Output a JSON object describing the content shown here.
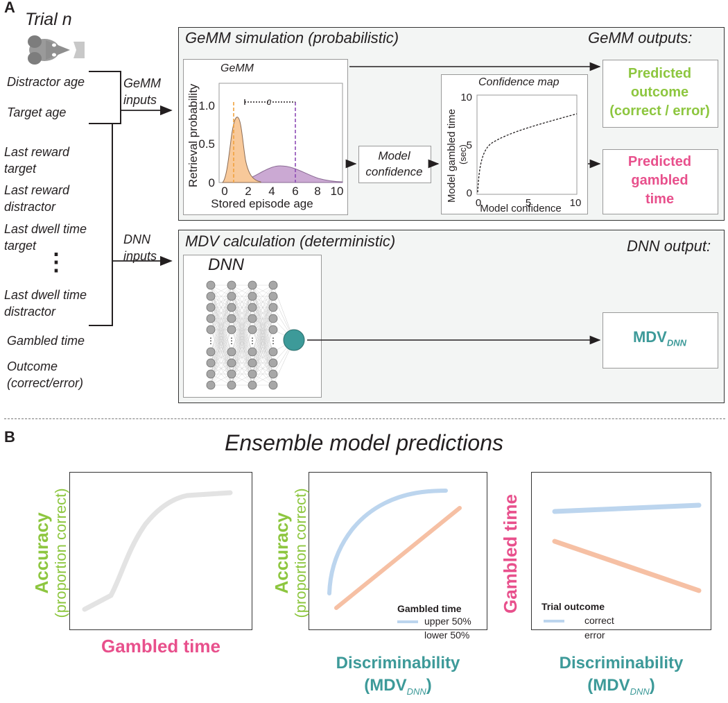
{
  "panel_a": {
    "letter": "A",
    "trial": "Trial n",
    "inputs": {
      "distractor_age": "Distractor age",
      "target_age": "Target age",
      "last_reward_target_1": "Last reward",
      "last_reward_target_2": "target",
      "last_reward_distractor_1": "Last reward",
      "last_reward_distractor_2": "distractor",
      "last_dwell_target_1": "Last dwell time",
      "last_dwell_target_2": "target",
      "ellipsis": "⋮",
      "last_dwell_distractor_1": "Last dwell time",
      "last_dwell_distractor_2": "distractor",
      "gambled_time": "Gambled time",
      "outcome_1": "Outcome",
      "outcome_2": "(correct/error)"
    },
    "gemm_inputs_1": "GeMM",
    "gemm_inputs_2": "inputs",
    "dnn_inputs_1": "DNN",
    "dnn_inputs_2": "inputs",
    "gemm_section": {
      "title": "GeMM simulation (probabilistic)",
      "outputs_title": "GeMM outputs:",
      "gemm_plot": {
        "title": "GeMM",
        "ylabel": "Retrieval probability",
        "xlabel": "Stored episode age",
        "c_label": "c",
        "yticks": [
          "0",
          "0.5",
          "1.0"
        ],
        "xticks": [
          "0",
          "2",
          "4",
          "6",
          "8",
          "10"
        ]
      },
      "model_confidence_1": "Model",
      "model_confidence_2": "confidence",
      "confidence_map": {
        "title": "Confidence map",
        "ylabel_1": "Model gambled time",
        "ylabel_2": "(sec)",
        "xlabel": "Model confidence",
        "yticks": [
          "0",
          "5",
          "10"
        ],
        "xticks": [
          "0",
          "5",
          "10"
        ]
      },
      "predicted_outcome_1": "Predicted",
      "predicted_outcome_2": "outcome",
      "predicted_outcome_3": "(correct / error)",
      "predicted_time_1": "Predicted",
      "predicted_time_2": "gambled",
      "predicted_time_3": "time"
    },
    "mdv_section": {
      "title": "MDV calculation (deterministic)",
      "output_title": "DNN output:",
      "dnn_label": "DNN",
      "mdv_main": "MDV",
      "mdv_sub": "DNN"
    }
  },
  "panel_b": {
    "letter": "B",
    "title": "Ensemble model predictions",
    "plot1": {
      "ylabel_1": "Accuracy",
      "ylabel_2": "(proportion correct)",
      "xlabel": "Gambled time"
    },
    "plot2": {
      "ylabel_1": "Accuracy",
      "ylabel_2": "(proportion correct)",
      "xlabel_1": "Discriminability",
      "xlabel_2_pre": "(MDV",
      "xlabel_2_sub": "DNN",
      "xlabel_2_post": ")",
      "legend_title": "Gambled time",
      "legend_1": "upper 50%",
      "legend_2": "lower 50%"
    },
    "plot3": {
      "ylabel_1": "Gambled time",
      "xlabel_1": "Discriminability",
      "xlabel_2_pre": "(MDV",
      "xlabel_2_sub": "DNN",
      "xlabel_2_post": ")",
      "legend_title": "Trial outcome",
      "legend_1": "correct",
      "legend_2": "error"
    }
  },
  "colors": {
    "green": "#8dc63f",
    "pink": "#e8508c",
    "teal": "#3d9a99",
    "blue_line": "#bcd5ee",
    "orange_line": "#f6c0a4",
    "gray_line": "#e3e3e3",
    "orange_fill": "#f8c99a",
    "purple_fill": "#cba9d3"
  }
}
